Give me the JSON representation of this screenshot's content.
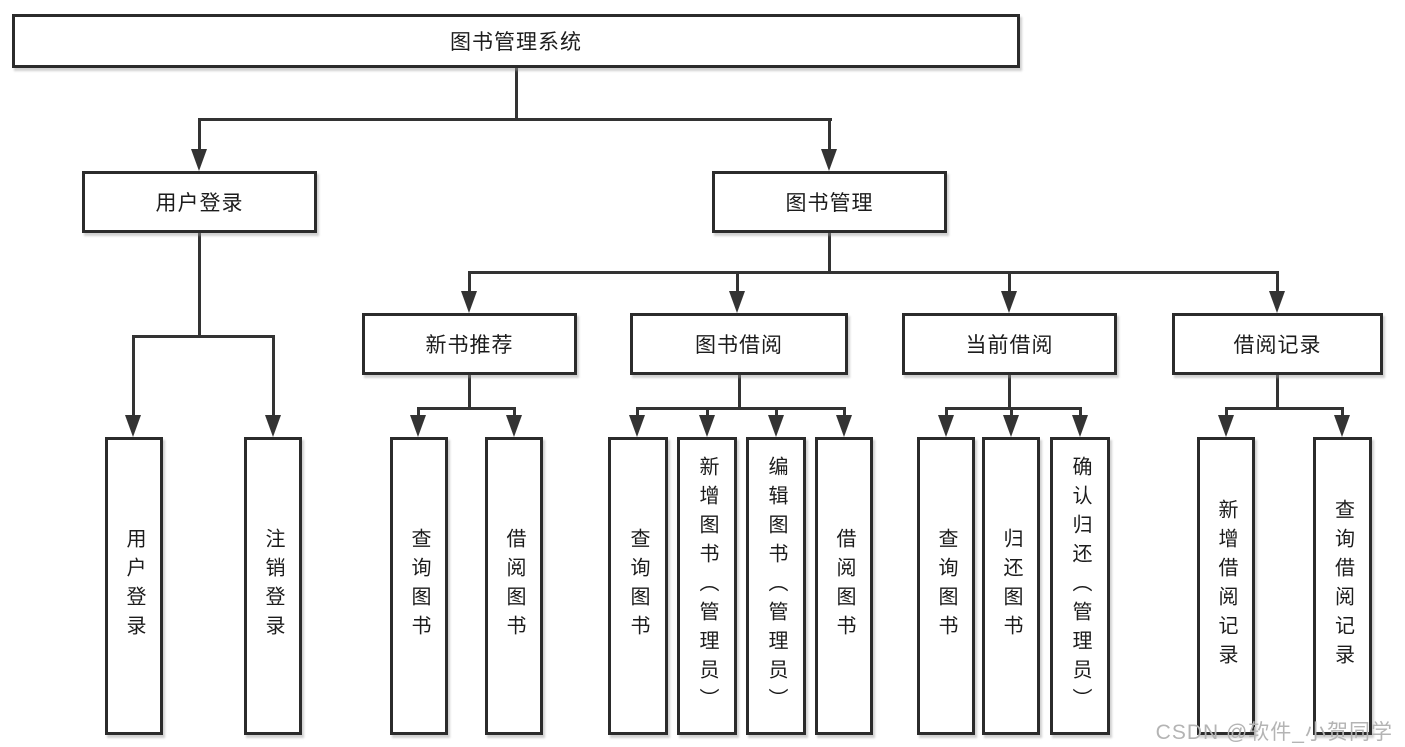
{
  "diagram": {
    "root": {
      "label": "图书管理系统"
    },
    "level1": [
      {
        "id": "user-login",
        "label": "用户登录"
      },
      {
        "id": "book-management",
        "label": "图书管理"
      }
    ],
    "level2": [
      {
        "id": "new-book-recommendation",
        "label": "新书推荐"
      },
      {
        "id": "book-borrowing",
        "label": "图书借阅"
      },
      {
        "id": "current-borrowing",
        "label": "当前借阅"
      },
      {
        "id": "borrowing-records",
        "label": "借阅记录"
      }
    ],
    "leaves": {
      "user_login": [
        "用户登录",
        "注销登录"
      ],
      "new_books": [
        "查询图书",
        "借阅图书"
      ],
      "borrowing": [
        "查询图书",
        "新增图书（管理员）",
        "编辑图书（管理员）",
        "借阅图书"
      ],
      "current": [
        "查询图书",
        "归还图书",
        "确认归还（管理员）"
      ],
      "records": [
        "新增借阅记录",
        "查询借阅记录"
      ]
    },
    "colors": {
      "line": "#333333",
      "border": "#2b2b2b",
      "background": "#ffffff",
      "watermark": "#b4b4b4"
    }
  },
  "watermark": {
    "text": "CSDN @软件_小贺同学"
  }
}
